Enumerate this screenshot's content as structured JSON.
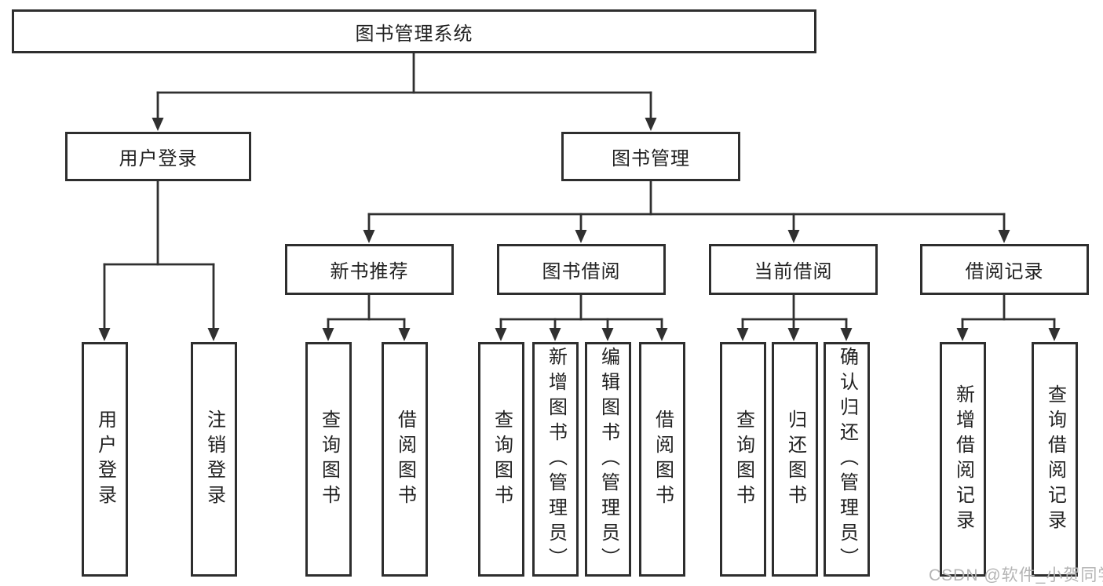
{
  "diagram_title": "图书管理系统",
  "nodes": {
    "root": "图书管理系统",
    "level2": [
      "用户登录",
      "图书管理"
    ],
    "level3": [
      "新书推荐",
      "图书借阅",
      "当前借阅",
      "借阅记录"
    ],
    "leaves_login": [
      "用户登录",
      "注销登录"
    ],
    "leaves_recommend": [
      "查询图书",
      "借阅图书"
    ],
    "leaves_borrow": [
      "查询图书",
      "新增图书（管理员）",
      "编辑图书（管理员）",
      "借阅图书"
    ],
    "leaves_current": [
      "查询图书",
      "归还图书",
      "确认归还（管理员）"
    ],
    "leaves_records": [
      "新增借阅记录",
      "查询借阅记录"
    ]
  },
  "watermark": "CSDN @软件_小贺同学",
  "colors": {
    "background": "#ffffff",
    "box_border": "#2e2e2e",
    "connector_line": "#303030",
    "text": "#222222",
    "watermark_text": "#b4b4b4"
  }
}
